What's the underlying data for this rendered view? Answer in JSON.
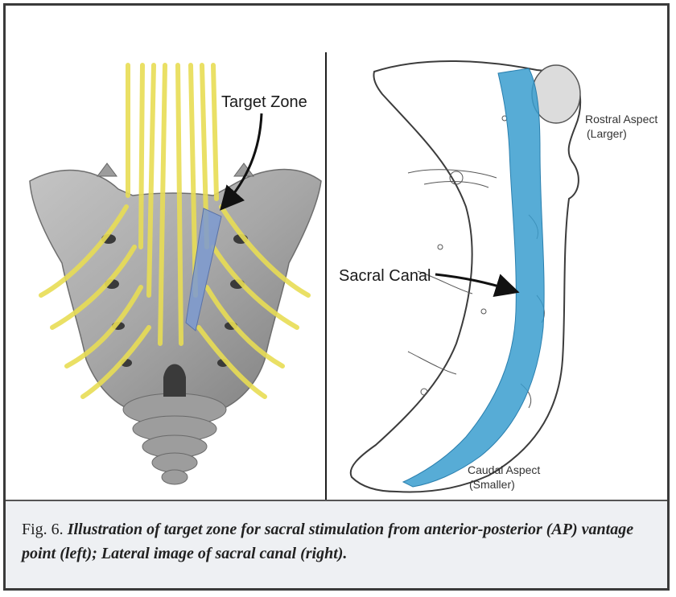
{
  "figure": {
    "left_panel": {
      "label_target_zone": "Target Zone"
    },
    "right_panel": {
      "label_sacral_canal": "Sacral Canal",
      "label_rostral": "Rostral Aspect",
      "label_rostral_sub": "(Larger)",
      "label_caudal": "Caudal Aspect",
      "label_caudal_sub": "(Smaller)"
    },
    "colors": {
      "bone": "#a9a9a9",
      "nerve": "#e8dd55",
      "target_zone": "#7d9ad0",
      "canal": "#3a9ecf"
    }
  },
  "caption": {
    "number": "Fig. 6.",
    "text": "Illustration of target zone for sacral stimulation from anterior-posterior (AP) vantage point (left); Lateral image of sacral canal (right)."
  }
}
